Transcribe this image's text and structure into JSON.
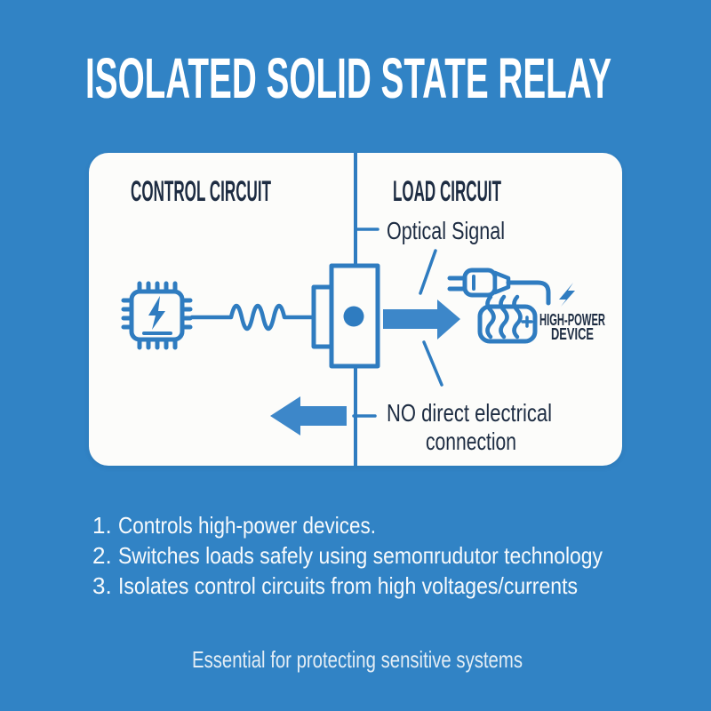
{
  "title": "ISOLATED SOLID STATE RELAY",
  "diagram": {
    "left_header": "CONTROL CIRCUIT",
    "right_header": "LOAD CIRCUIT",
    "optical_signal_label": "Optical Signal",
    "no_connection_line1": "NO direct electrical",
    "no_connection_line2": "connection",
    "device_label_line1": "HIGH-POWER",
    "device_label_line2": "DEVICE",
    "icons": [
      "microchip-icon",
      "signal-wave-wire",
      "relay-icon",
      "right-arrow-icon",
      "left-arrow-icon",
      "plug-icon",
      "heater-icon",
      "lightning-bolt-icon",
      "isolation-divider-line"
    ]
  },
  "key_points": [
    {
      "number": "1.",
      "text": "Controls high-power devices."
    },
    {
      "number": "2.",
      "text": "Switches loads safely using semoпrudutor technology"
    },
    {
      "number": "3.",
      "text": "Isolates control circuits from high voltages/currents"
    }
  ],
  "footer": "Essential for protecting sensitive systems",
  "colors": {
    "background": "#3183c5",
    "panel_background": "#fcfcfa",
    "diagram_line": "#2f7cc0",
    "arrow_fill": "#3d87c9",
    "heading_text": "#1d2c42",
    "body_text": "#f7fafc",
    "footer_text": "#e3edf5"
  }
}
